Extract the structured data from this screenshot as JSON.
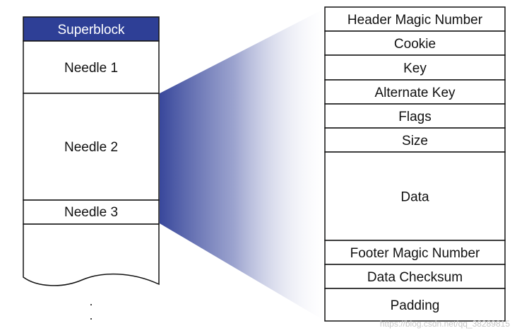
{
  "volume": {
    "superblock_label": "Superblock",
    "needles": [
      "Needle 1",
      "Needle 2",
      "Needle 3"
    ],
    "continuation": [
      ".",
      "."
    ],
    "header_color": "#2e3f96"
  },
  "needle_fields": [
    "Header Magic Number",
    "Cookie",
    "Key",
    "Alternate Key",
    "Flags",
    "Size",
    "Data",
    "Footer Magic Number",
    "Data Checksum",
    "Padding"
  ],
  "watermark": "https://blog.csdn.net/qq_38289815"
}
